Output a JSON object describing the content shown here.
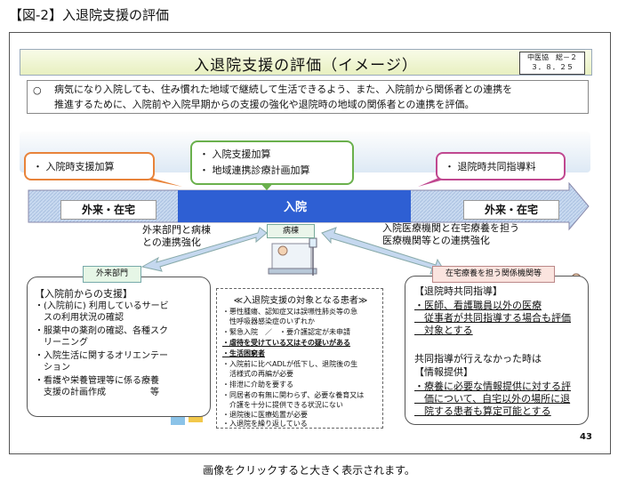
{
  "figure_caption": "【図-2】入退院支援の評価",
  "slide": {
    "title": "入退院支援の評価（イメージ）",
    "tag": {
      "line1": "中医協　総－２",
      "line2": "３．８．２５"
    },
    "intro": {
      "bullet": "○",
      "line1": "病気になり入院しても、住み慣れた地域で継続して生活できるよう、また、入院前から関係者との連携を",
      "line2": "推進するために、入院前や入院早期からの支援の強化や退院時の地域の関係者との連携を評価。"
    },
    "callouts": {
      "left": "・ 入院時支援加算",
      "mid_line1": "・ 入院支援加算",
      "mid_line2": "・ 地域連携診療計画加算",
      "right": "・ 退院時共同指導料"
    },
    "timeline": {
      "left": "外来・在宅",
      "center": "入院",
      "right": "外来・在宅"
    },
    "notes": {
      "left_line1": "外来部門と病棟",
      "left_line2": "との連携強化",
      "right_line1": "入院医療機関と在宅療養を担う",
      "right_line2": "医療機関等との連携強化"
    },
    "ward_label": "病棟",
    "left_panel": {
      "tag": "外来部門",
      "heading": "【入院前からの支援】",
      "items": [
        "・(入院前に) 利用しているサービ",
        "　スの利用状況の確認",
        "・服薬中の薬剤の確認、各種スク",
        "　リーニング",
        "・入院生活に関するオリエンテー",
        "　ション",
        "・看護や栄養管理等に係る療養",
        "　支援の計画作成　　　　　等"
      ]
    },
    "mid_panel": {
      "heading": "≪入退院支援の対象となる患者≫",
      "items": [
        "・悪性腫瘍、認知症又は誤嚥性肺炎等の急",
        "　性呼吸器感染症のいずれか",
        "・緊急入院　／　・要介護認定が未申請",
        "・虐待を受けている又はその疑いがある",
        "・生活困窮者",
        "・入院前に比べADLが低下し、退院後の生",
        "　活様式の再編が必要",
        "・排泄に介助を要する",
        "・同居者の有無に関わらず、必要な養育又は",
        "　介護を十分に提供できる状況にない",
        "・退院後に医療処置が必要",
        "・入退院を繰り返している"
      ]
    },
    "right_panel": {
      "tag": "在宅療養を担う関係機関等",
      "heading1": "【退院時共同指導】",
      "body1": [
        "・医師、看護職員以外の医療",
        "　従事者が共同指導する場合も評価",
        "　対象とする"
      ],
      "line_mid": "共同指導が行えなかった時は",
      "heading2": "【情報提供】",
      "body2": [
        "・療養に必要な情報提供に対する評",
        "　価について、自宅以外の場所に退",
        "　院する患者も算定可能とする"
      ]
    },
    "page_number": "43"
  },
  "bottom_caption": "画像をクリックすると大きく表示されます。",
  "colors": {
    "arrow_blue": "#2e5fd3",
    "arrow_light": "#c5d8ef",
    "callout_orange": "#e8833a",
    "callout_green": "#6ab04c",
    "callout_pink": "#c04890"
  }
}
